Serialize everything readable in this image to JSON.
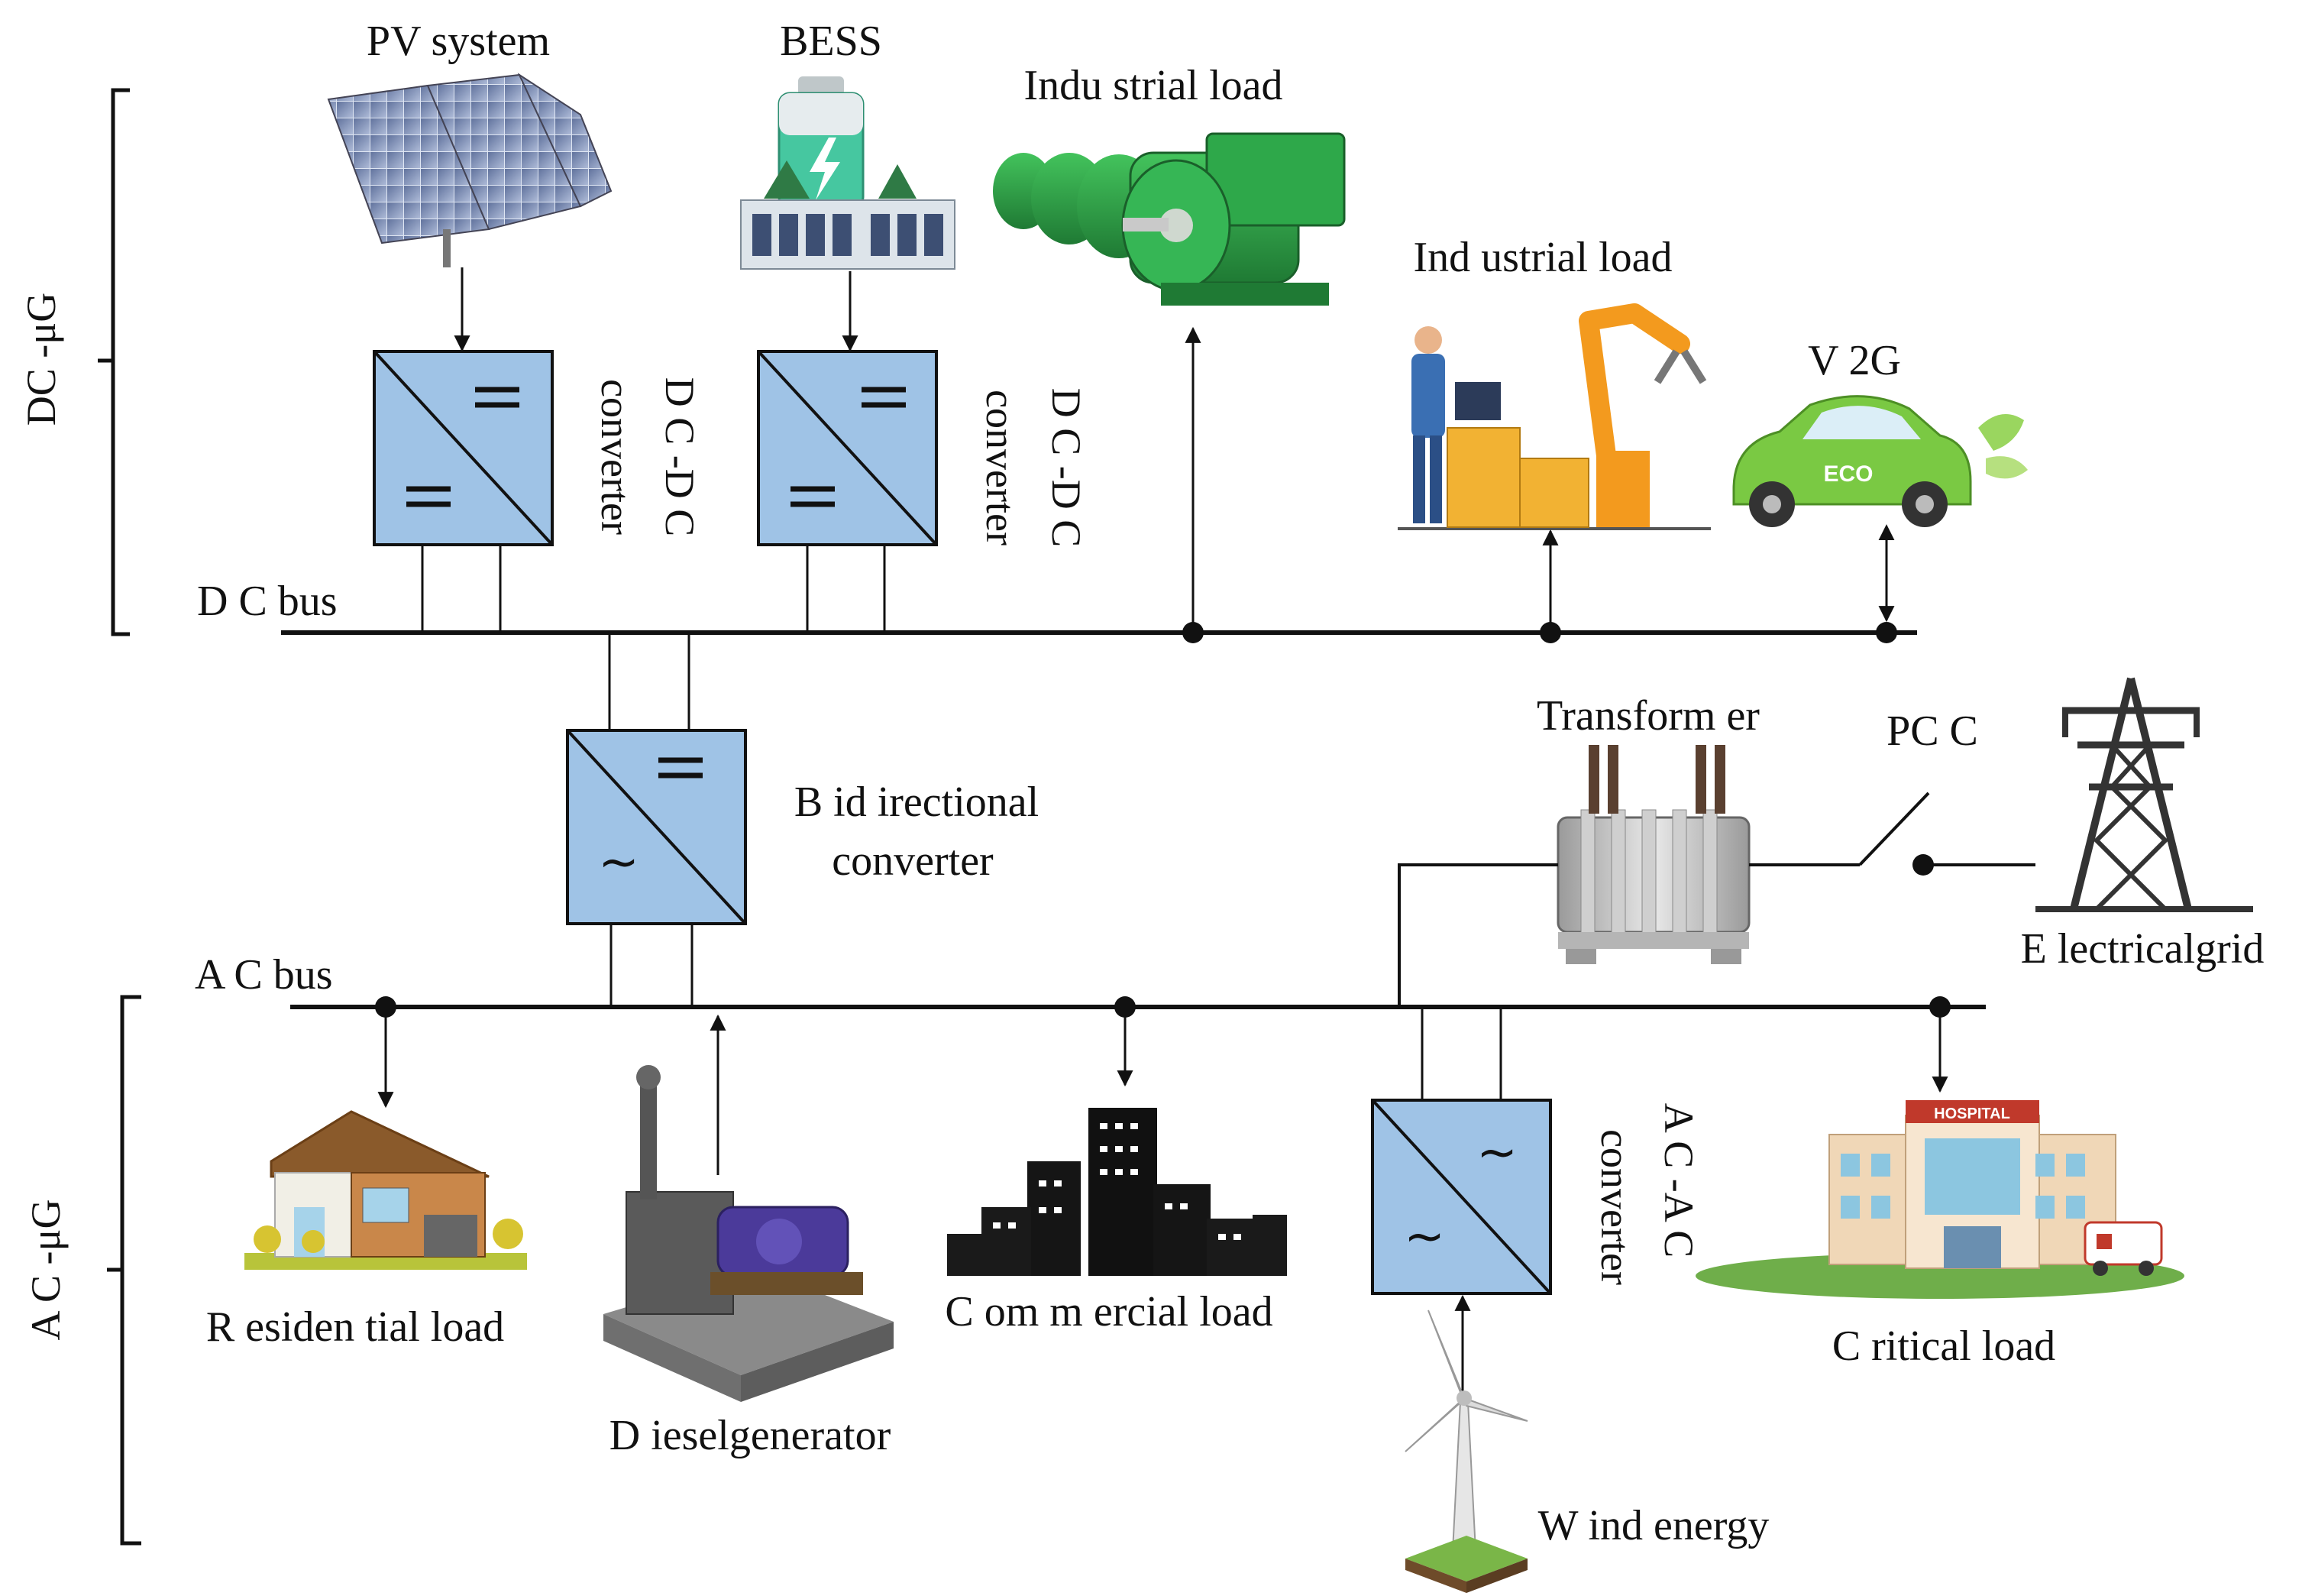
{
  "sections": {
    "dc_microgrid": "DC -μG",
    "ac_microgrid": "A C -μG"
  },
  "buses": {
    "dc_bus": "D C  bus",
    "ac_bus": "A C  bus"
  },
  "sources": {
    "pv_system": "PV  system",
    "bess": "BESS",
    "diesel_generator": "D ieselgenerator",
    "wind_energy": "W  ind energy",
    "electrical_grid": "E lectricalgrid"
  },
  "loads": {
    "industrial_load_motors": "Indu strial load",
    "industrial_load_robot": "Ind ustrial load",
    "v2g": "V 2G",
    "residential_load": "R esiden tial load",
    "commercial_load": "C om  m ercial load",
    "critical_load": "C ritical load"
  },
  "converters": {
    "dcdc_1_name": "D C -D C",
    "dcdc_1_type": "converter",
    "dcdc_2_name": "D C -D C",
    "dcdc_2_type": "converter",
    "bidirectional_line1": "B id irectional",
    "bidirectional_line2": "converter",
    "acac_name": "A C -A C",
    "acac_type": "converter"
  },
  "grid_interface": {
    "transformer": "Transform er",
    "pcc": "PC C"
  },
  "illustrations": {
    "hospital_sign": "HOSPITAL",
    "car_logo": "ECO"
  },
  "colors": {
    "converter_fill": "#9fc3e6",
    "line": "#111111",
    "ev_green": "#7ac943",
    "motor_green": "#2e9e48",
    "battery_green": "#46c7a0"
  }
}
